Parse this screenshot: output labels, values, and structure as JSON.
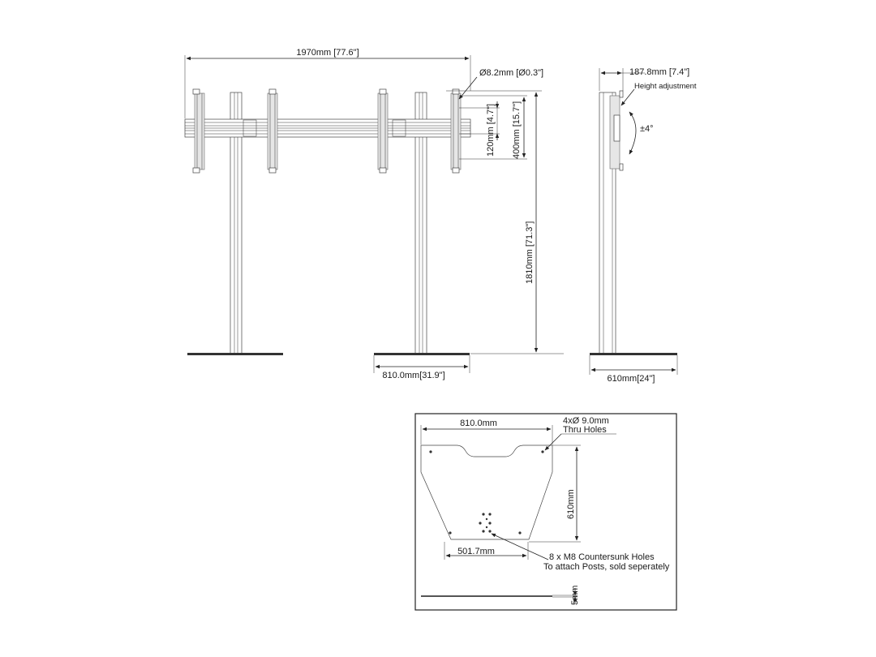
{
  "front_view": {
    "overall_width": "1970mm [77.6\"]",
    "hole_diameter": "Ø8.2mm [Ø0.3\"]",
    "vesa_small": "120mm [4.7\"]",
    "vesa_large": "400mm [15.7\"]",
    "overall_height": "1810mm [71.3\"]",
    "base_width": "810.0mm[31.9\"]"
  },
  "side_view": {
    "depth": "187.8mm [7.4\"]",
    "height_adjustment": "Height adjustment",
    "tilt": "±4°",
    "base_depth": "610mm[24\"]"
  },
  "base_plate": {
    "width": "810.0mm",
    "holes_line1": "4xØ 9.0mm",
    "holes_line2": "Thru Holes",
    "depth": "610mm",
    "post_spacing": "501.7mm",
    "countersunk_line1": "8 x M8 Countersunk Holes",
    "countersunk_line2": "To attach Posts, sold seperately",
    "thickness": "5mm"
  }
}
